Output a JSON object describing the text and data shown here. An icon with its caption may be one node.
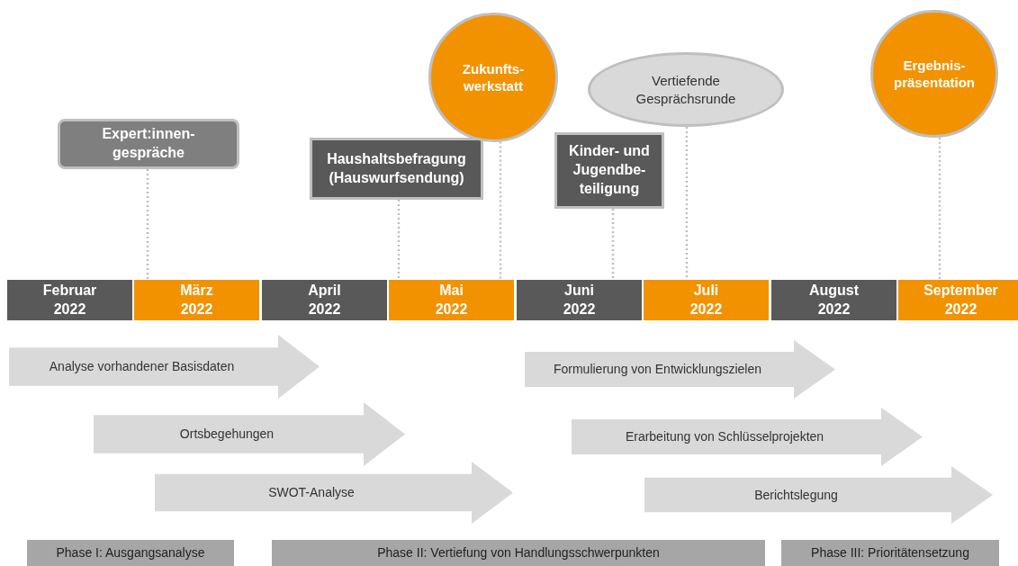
{
  "diagram": {
    "nodes": [
      {
        "text": [
          "Expert:innen-gespräche"
        ]
      },
      {
        "text": [
          "Haushaltsbefragung (Hauswurfsendung)"
        ]
      },
      {
        "text": [
          "Zukunfts-werkstatt"
        ]
      },
      {
        "text": [
          "Kinder- und Jugendbe-teiligung"
        ]
      },
      {
        "text": [
          "Vertiefende Gesprächsrunde"
        ]
      },
      {
        "text": [
          "Ergebnis-präsentation"
        ]
      },
      {
        "text": [
          "Februar 2022"
        ]
      },
      {
        "text": [
          "März 2022"
        ]
      },
      {
        "text": [
          "April 2022"
        ]
      },
      {
        "text": [
          "Mai 2022"
        ]
      },
      {
        "text": [
          "Juni 2022"
        ]
      },
      {
        "text": [
          "Juli 2022"
        ]
      },
      {
        "text": [
          "August 2022"
        ]
      },
      {
        "text": [
          "September 2022"
        ]
      },
      {
        "text": [
          "Analyse vorhandener Basisdaten"
        ]
      },
      {
        "text": [
          "Ortsbegehungen"
        ]
      },
      {
        "text": [
          "SWOT-Analyse"
        ]
      },
      {
        "text": [
          "Formulierung von Entwicklungszielen"
        ]
      },
      {
        "text": [
          "Erarbeitung von Schlüsselprojekten"
        ]
      },
      {
        "text": [
          "Berichtslegung"
        ]
      },
      {
        "text": [
          "Phase I: Ausgangsanalyse"
        ]
      },
      {
        "text": [
          "Phase II: Vertiefung von Handlungsschwerpunkten"
        ]
      },
      {
        "text": [
          "Phase III:  Prioritätensetzung"
        ]
      }
    ],
    "edges": [
      {
        "from": 0,
        "to": 7,
        "arrow": "none"
      },
      {
        "from": 1,
        "to": 9,
        "arrow": "none"
      },
      {
        "from": 2,
        "to": 9,
        "arrow": "none"
      },
      {
        "from": 3,
        "to": 10,
        "arrow": "none"
      },
      {
        "from": 4,
        "to": 11,
        "arrow": "none"
      },
      {
        "from": 5,
        "to": 13,
        "arrow": "none"
      }
    ]
  }
}
